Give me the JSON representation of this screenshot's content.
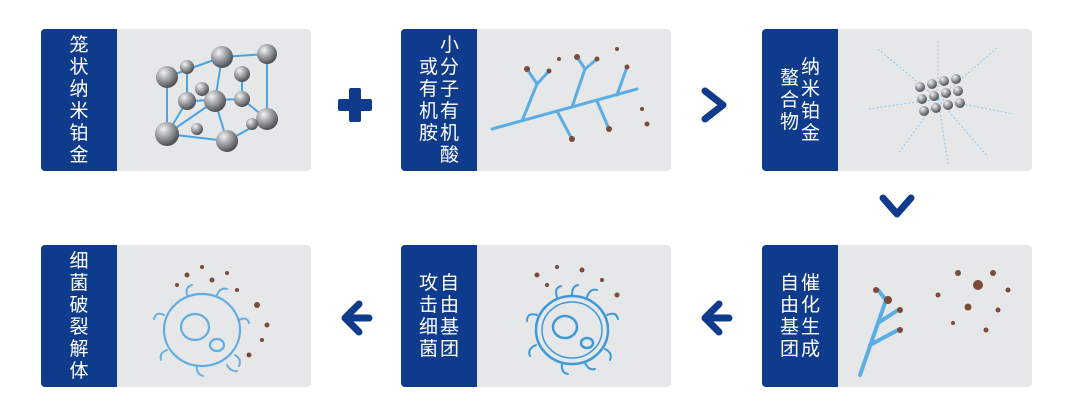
{
  "colors": {
    "brand_blue": "#0f3b8c",
    "card_bg": "#e6e7e9",
    "accent_light_blue": "#4aa3e0",
    "particle_brown": "#7a4a3a",
    "sphere_grey": "#9a9da2"
  },
  "cards": [
    {
      "id": "nano-platinum",
      "label_columns": [
        "笼状纳米铂金"
      ],
      "art_icon": "nanocluster-lattice-icon"
    },
    {
      "id": "small-molecule-acid",
      "label_columns": [
        "小分子有机酸",
        "或有机胺"
      ],
      "art_icon": "branched-molecule-icon"
    },
    {
      "id": "chelate",
      "label_columns": [
        "纳米铂金",
        "螯合物"
      ],
      "art_icon": "chelate-cluster-icon"
    },
    {
      "id": "catalysis",
      "label_columns": [
        "催化生成",
        "自由基团"
      ],
      "art_icon": "free-radical-branch-icon"
    },
    {
      "id": "attack",
      "label_columns": [
        "自由基团",
        "攻击细菌"
      ],
      "art_icon": "bacterium-icon"
    },
    {
      "id": "lysis",
      "label_columns": [
        "细菌破裂解体"
      ],
      "art_icon": "ruptured-bacterium-icon"
    }
  ],
  "operators": {
    "plus": "plus-icon",
    "arrow_right": "arrow-right-icon",
    "arrow_down": "arrow-down-icon",
    "arrow_left_1": "arrow-left-icon",
    "arrow_left_2": "arrow-left-icon"
  }
}
